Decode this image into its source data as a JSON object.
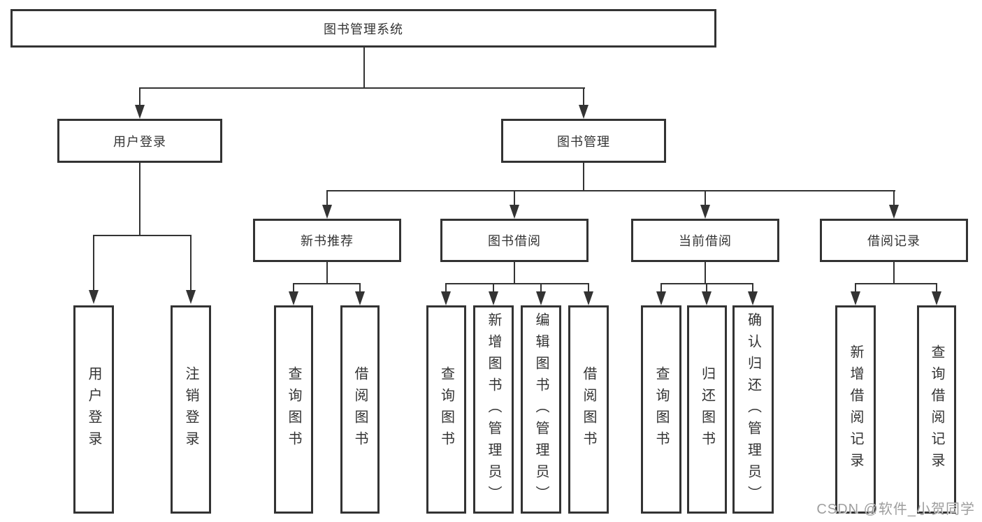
{
  "nodes": {
    "root": "图书管理系统",
    "level2": [
      "用户登录",
      "图书管理"
    ],
    "level3": [
      "新书推荐",
      "图书借阅",
      "当前借阅",
      "借阅记录"
    ],
    "leaves": {
      "user_login": [
        "用户登录",
        "注销登录"
      ],
      "new_book": [
        "查询图书",
        "借阅图书"
      ],
      "borrow": [
        "查询图书",
        "新增图书（管理员）",
        "编辑图书（管理员）",
        "借阅图书"
      ],
      "current": [
        "查询图书",
        "归还图书",
        "确认归还（管理员）"
      ],
      "records": [
        "新增借阅记录",
        "查询借阅记录"
      ]
    }
  },
  "watermark": "CSDN @软件_小贺同学",
  "colors": {
    "line": "#333333",
    "text": "#333333",
    "background": "#ffffff",
    "watermark": "#9e9e9e"
  }
}
